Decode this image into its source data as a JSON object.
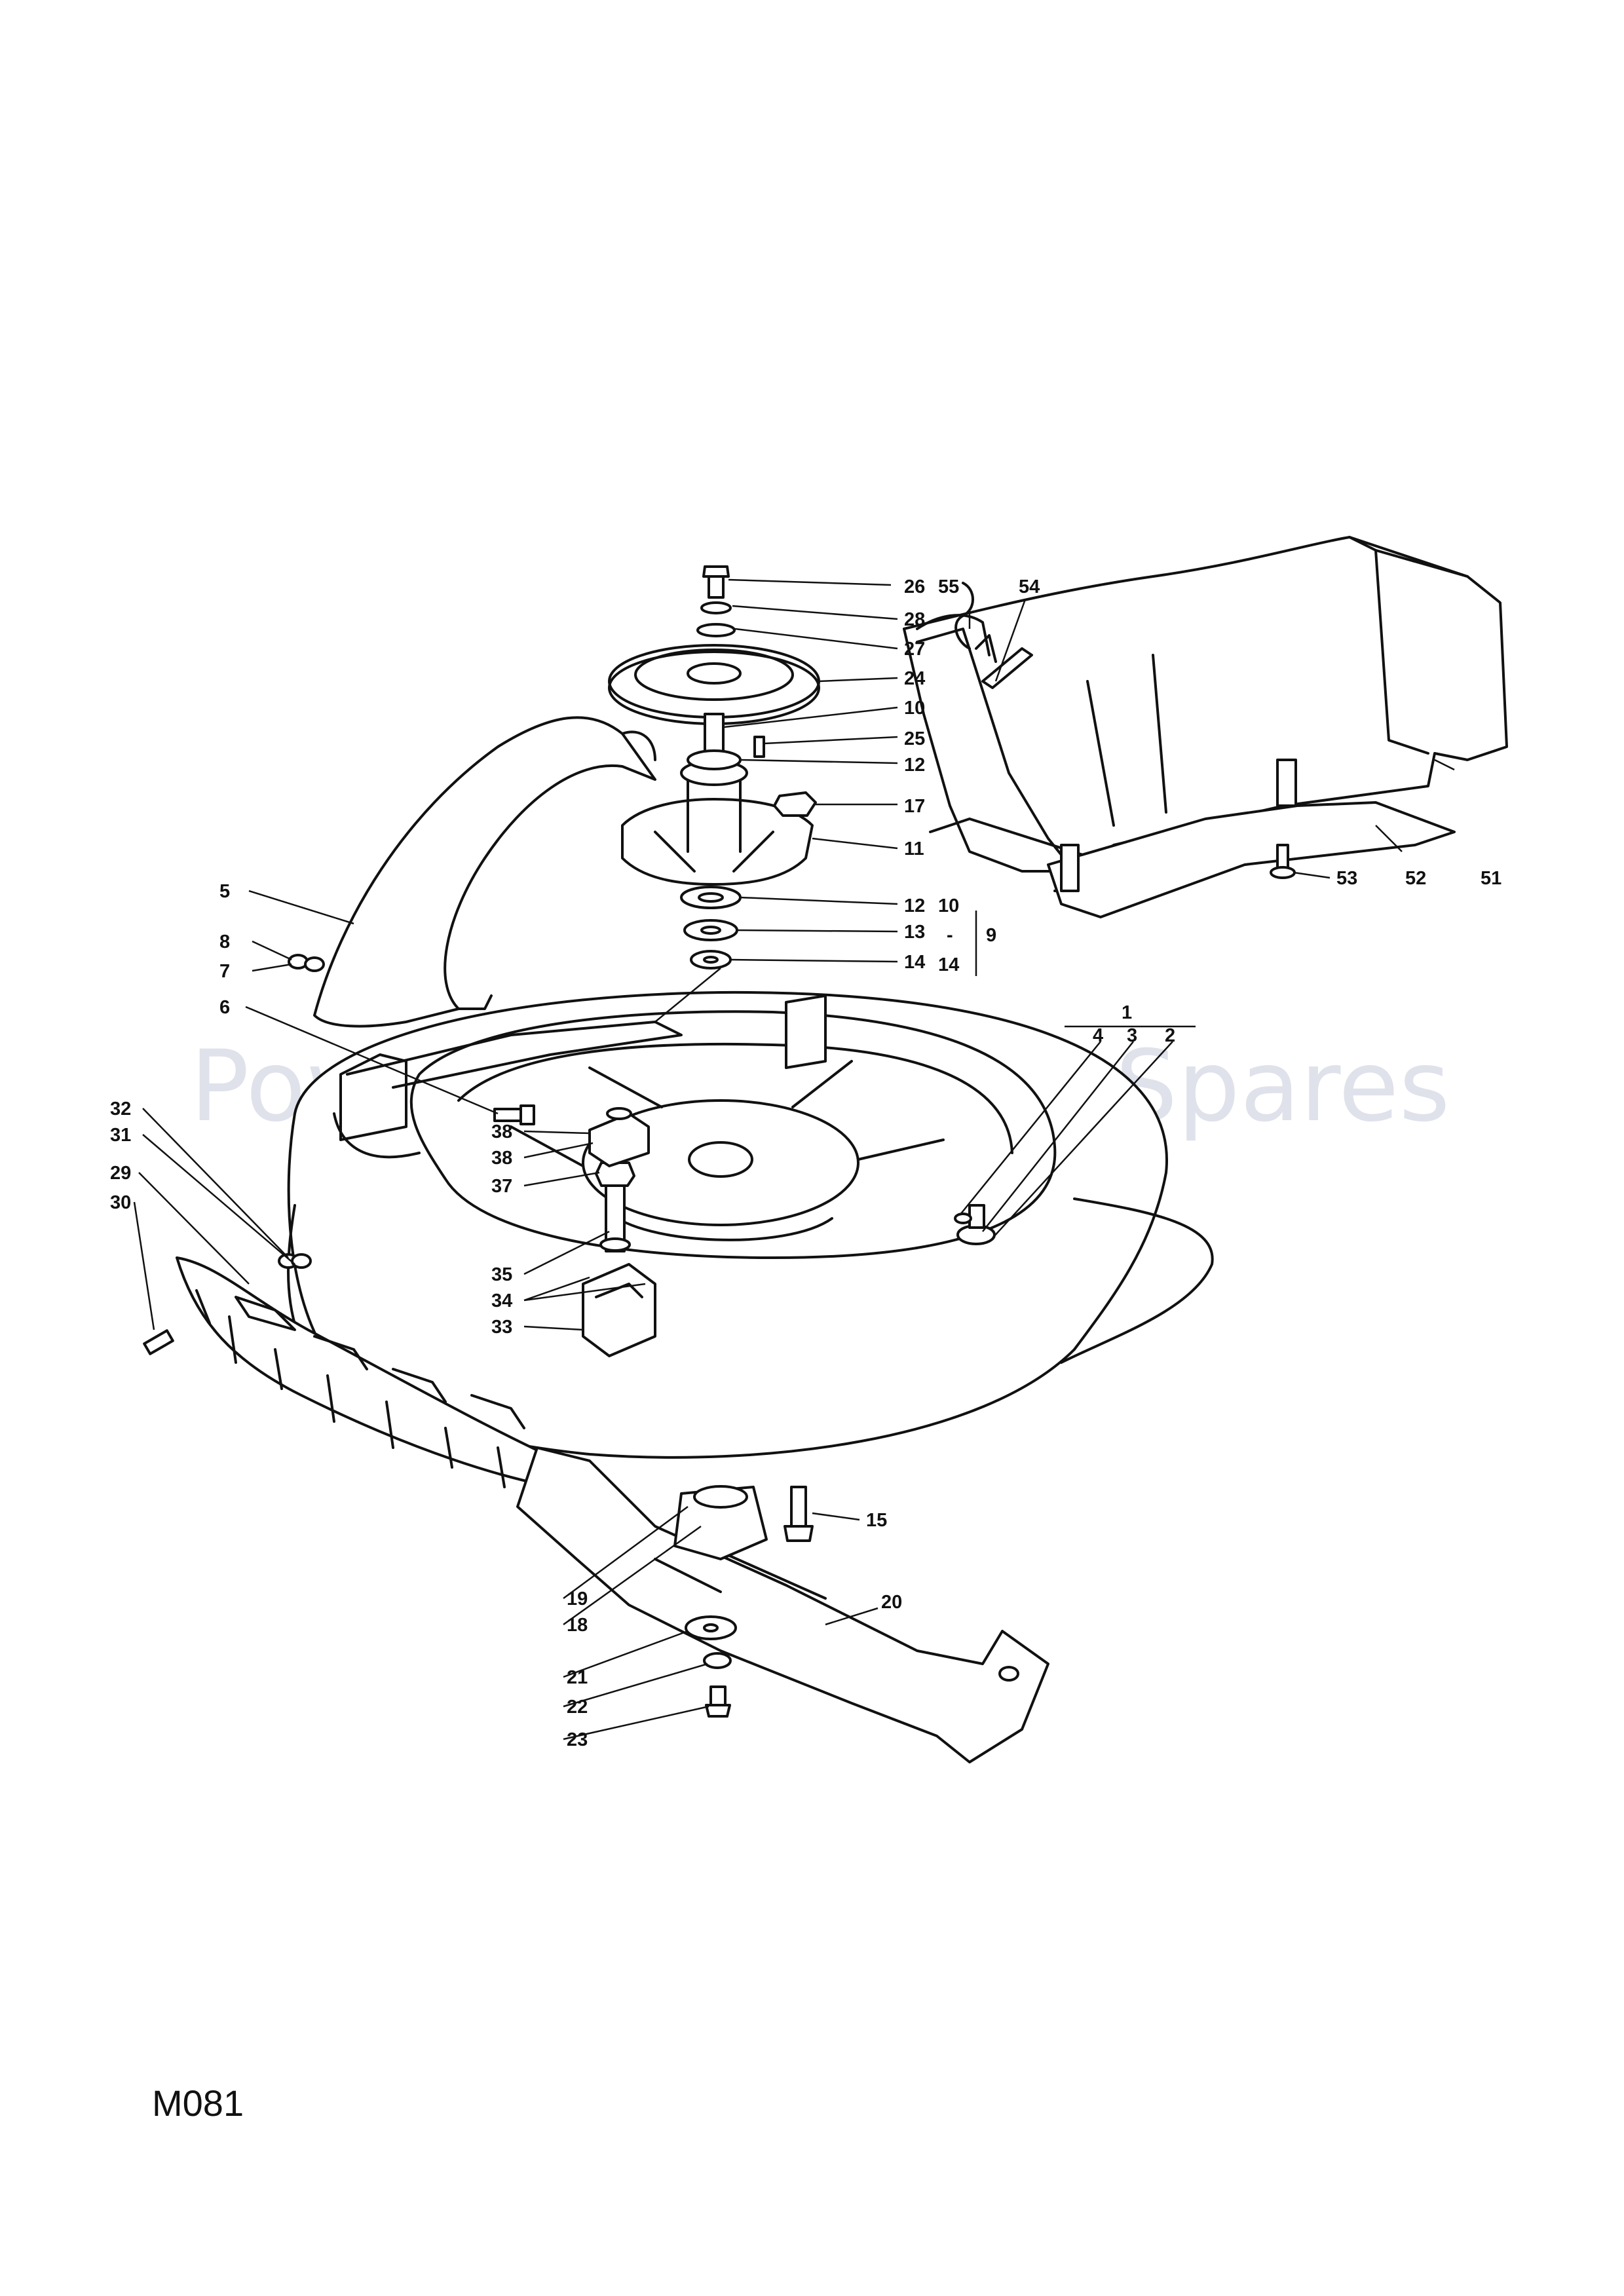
{
  "diagram_code": "M081",
  "watermark": "Powered by Vision Spares",
  "callouts": [
    "26",
    "55",
    "54",
    "28",
    "27",
    "24",
    "10",
    "25",
    "12",
    "17",
    "11",
    "5",
    "12",
    "8",
    "13",
    "7",
    "14",
    "6",
    "1",
    "4",
    "3",
    "2",
    "38",
    "38",
    "37",
    "32",
    "31",
    "29",
    "30",
    "35",
    "34",
    "33",
    "15",
    "19",
    "20",
    "18",
    "21",
    "22",
    "23",
    "53",
    "52",
    "51"
  ],
  "group_range": {
    "from": "10",
    "dash": "-",
    "to": "14",
    "assembly": "9"
  }
}
